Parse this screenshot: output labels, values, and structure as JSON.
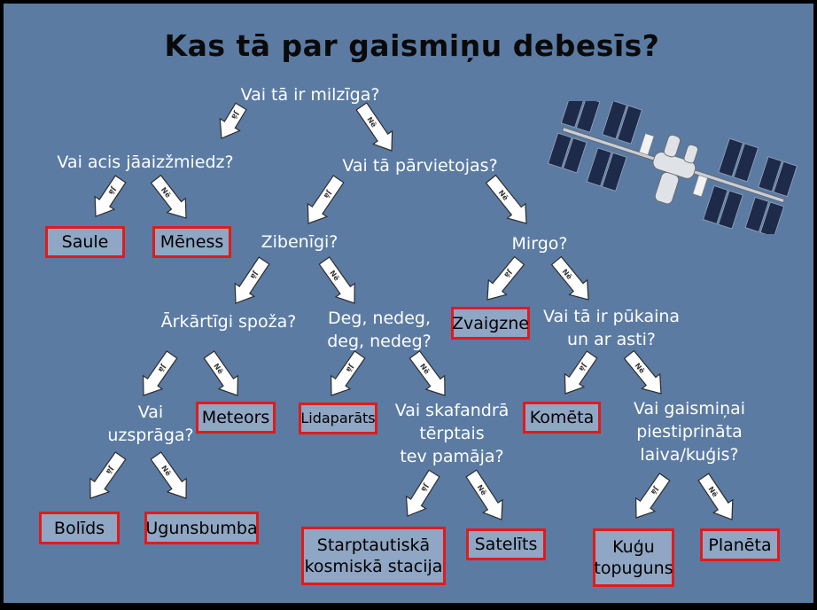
{
  "title": "Kas tā par gaismiņu debesīs?",
  "arrow_yes": "Jā",
  "arrow_no": "Nē",
  "questions": {
    "q_huge": "Vai tā ir milzīga?",
    "q_eyes": "Vai acis jāaizžmiedz?",
    "q_moves": "Vai tā pārvietojas?",
    "q_flash": "Zibenīgi?",
    "q_twinkle": "Mirgo?",
    "q_bright": "Ārkārtīgi spoža?",
    "q_burn": "Deg, nedeg,\ndeg, nedeg?",
    "q_fluffy": "Vai tā ir pūkaina\nun ar asti?",
    "q_explode": "Vai\nuzsprāga?",
    "q_spacesuit": "Vai skafandrā\ntērptais\ntev pamāja?",
    "q_boat": "Vai gaismiņai\npiestiprināta\nlaiva/kuģis?"
  },
  "answers": {
    "sun": "Saule",
    "moon": "Mēness",
    "star": "Zvaigzne",
    "meteor": "Meteors",
    "plane": "Lidaparāts",
    "comet": "Komēta",
    "bolide": "Bolīds",
    "fireball": "Ugunsbumba",
    "iss": "Starptautiskā\nkosmiskā stacija",
    "satellite": "Satelīts",
    "ship_lights": "Kuģu\ntopuguns",
    "planet": "Planēta"
  }
}
